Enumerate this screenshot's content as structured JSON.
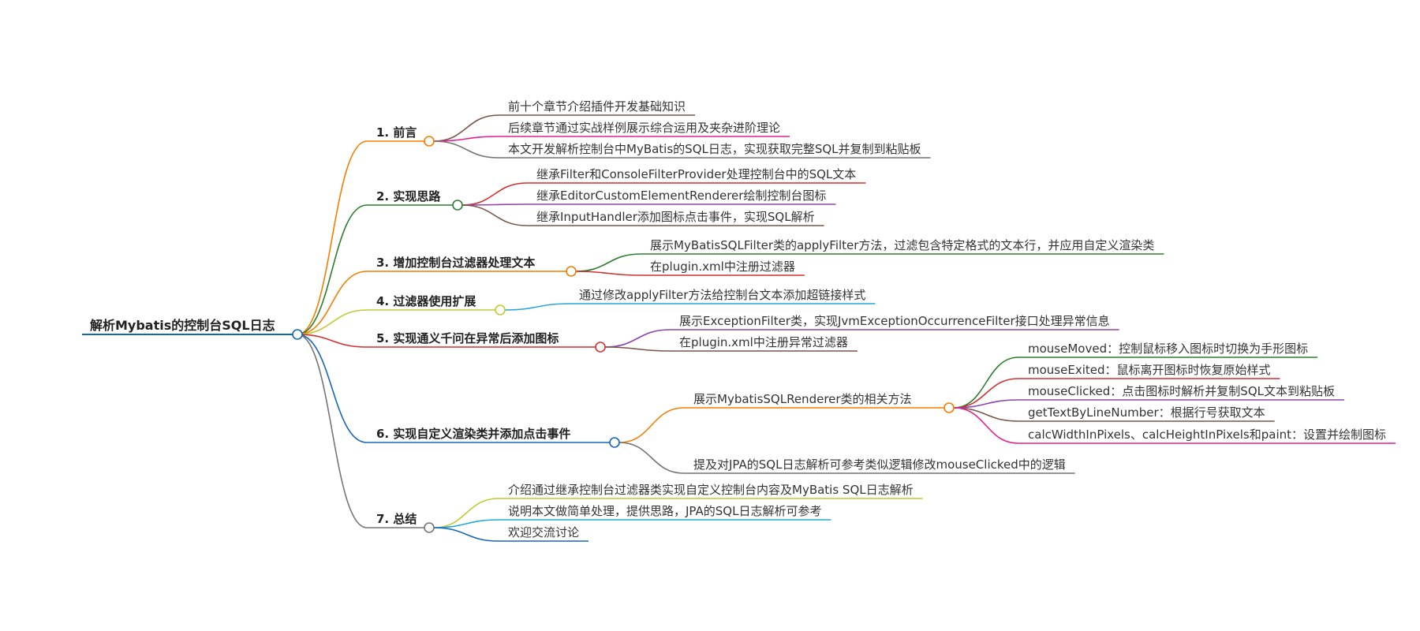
{
  "mindmap": {
    "root": {
      "label": "解析Mybatis的控制台SQL日志",
      "color": "#1565c0"
    },
    "sections": [
      {
        "label": "1. 前言",
        "color": "#f57c00",
        "children": [
          {
            "label": "前十个章节介绍插件开发基础知识",
            "color": "#795548"
          },
          {
            "label": "后续章节通过实战样例展示综合运用及夹杂进阶理论",
            "color": "#e91e8c"
          },
          {
            "label": "本文开发解析控制台中MyBatis的SQL日志，实现获取完整SQL并复制到粘贴板",
            "color": "#757575"
          }
        ]
      },
      {
        "label": "2. 实现思路",
        "color": "#2e7d32",
        "children": [
          {
            "label": "继承Filter和ConsoleFilterProvider处理控制台中的SQL文本",
            "color": "#d32f2f"
          },
          {
            "label": "继承EditorCustomElementRenderer绘制控制台图标",
            "color": "#8e44ad"
          },
          {
            "label": "继承InputHandler添加图标点击事件，实现SQL解析",
            "color": "#795548"
          }
        ]
      },
      {
        "label": "3. 增加控制台过滤器处理文本",
        "color": "#f57c00",
        "children": [
          {
            "label": "展示MyBatisSQLFilter类的applyFilter方法，过滤包含特定格式的文本行，并应用自定义渲染类",
            "color": "#2e7d32"
          },
          {
            "label": "在plugin.xml中注册过滤器",
            "color": "#d32f2f"
          }
        ]
      },
      {
        "label": "4. 过滤器使用扩展",
        "color": "#c0ca33",
        "children": [
          {
            "label": "通过修改applyFilter方法给控制台文本添加超链接样式",
            "color": "#26a6d9"
          }
        ]
      },
      {
        "label": "5. 实现通义千问在异常后添加图标",
        "color": "#d32f2f",
        "children": [
          {
            "label": "展示ExceptionFilter类，实现JvmExceptionOccurrenceFilter接口处理异常信息",
            "color": "#8e44ad"
          },
          {
            "label": "在plugin.xml中注册异常过滤器",
            "color": "#795548"
          }
        ]
      },
      {
        "label": "6. 实现自定义渲染类并添加点击事件",
        "color": "#1565c0",
        "children": [
          {
            "label": "展示MybatisSQLRenderer类的相关方法",
            "color": "#f57c00",
            "children": [
              {
                "label": "mouseMoved：控制鼠标移入图标时切换为手形图标",
                "color": "#2e7d32"
              },
              {
                "label": "mouseExited：鼠标离开图标时恢复原始样式",
                "color": "#d32f2f"
              },
              {
                "label": "mouseClicked：点击图标时解析并复制SQL文本到粘贴板",
                "color": "#8e44ad"
              },
              {
                "label": "getTextByLineNumber：根据行号获取文本",
                "color": "#795548"
              },
              {
                "label": "calcWidthInPixels、calcHeightInPixels和paint：设置并绘制图标",
                "color": "#e91e8c"
              }
            ]
          },
          {
            "label": "提及对JPA的SQL日志解析可参考类似逻辑修改mouseClicked中的逻辑",
            "color": "#757575"
          }
        ]
      },
      {
        "label": "7. 总结",
        "color": "#757575",
        "children": [
          {
            "label": "介绍通过继承控制台过滤器类实现自定义控制台内容及MyBatis SQL日志解析",
            "color": "#c0ca33"
          },
          {
            "label": "说明本文做简单处理，提供思路，JPA的SQL日志解析可参考",
            "color": "#26a6d9"
          },
          {
            "label": "欢迎交流讨论",
            "color": "#1565c0"
          }
        ]
      }
    ]
  }
}
